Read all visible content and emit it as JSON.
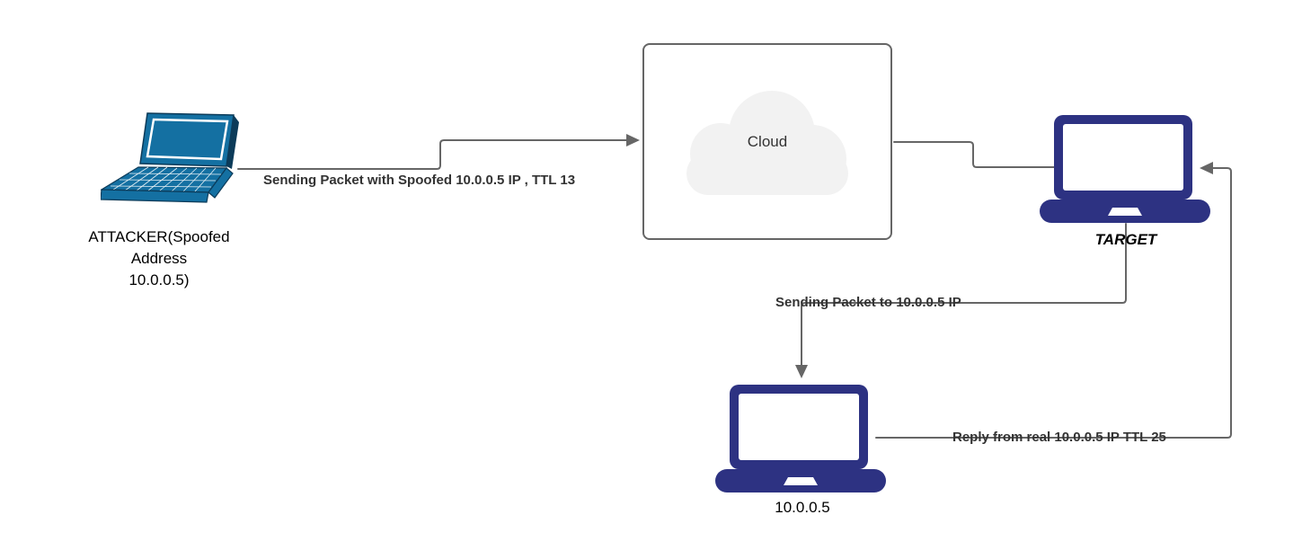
{
  "colors": {
    "background": "#ffffff",
    "connector": "#666666",
    "edge_label": "#333333",
    "node_label": "#000000",
    "attacker_laptop": "#1470a2",
    "attacker_outline": "#0c3b59",
    "navy_laptop": "#2d3282",
    "cloud_fill": "#f2f2f2",
    "cloud_box_border": "#666666",
    "cloud_label": "#333333"
  },
  "nodes": {
    "attacker": {
      "lines": [
        "ATTACKER(Spoofed",
        "Address",
        "10.0.0.5)"
      ]
    },
    "cloud": {
      "label": "Cloud"
    },
    "target": {
      "label": "TARGET"
    },
    "real_host": {
      "label": "10.0.0.5"
    }
  },
  "edges": {
    "attacker_to_cloud": {
      "label": "Sending Packet with Spoofed 10.0.0.5 IP , TTL 13"
    },
    "target_to_real_host": {
      "label": "Sending Packet to 10.0.0.5 IP"
    },
    "real_host_to_target": {
      "label": "Reply from real 10.0.0.5 IP TTL 25"
    }
  }
}
